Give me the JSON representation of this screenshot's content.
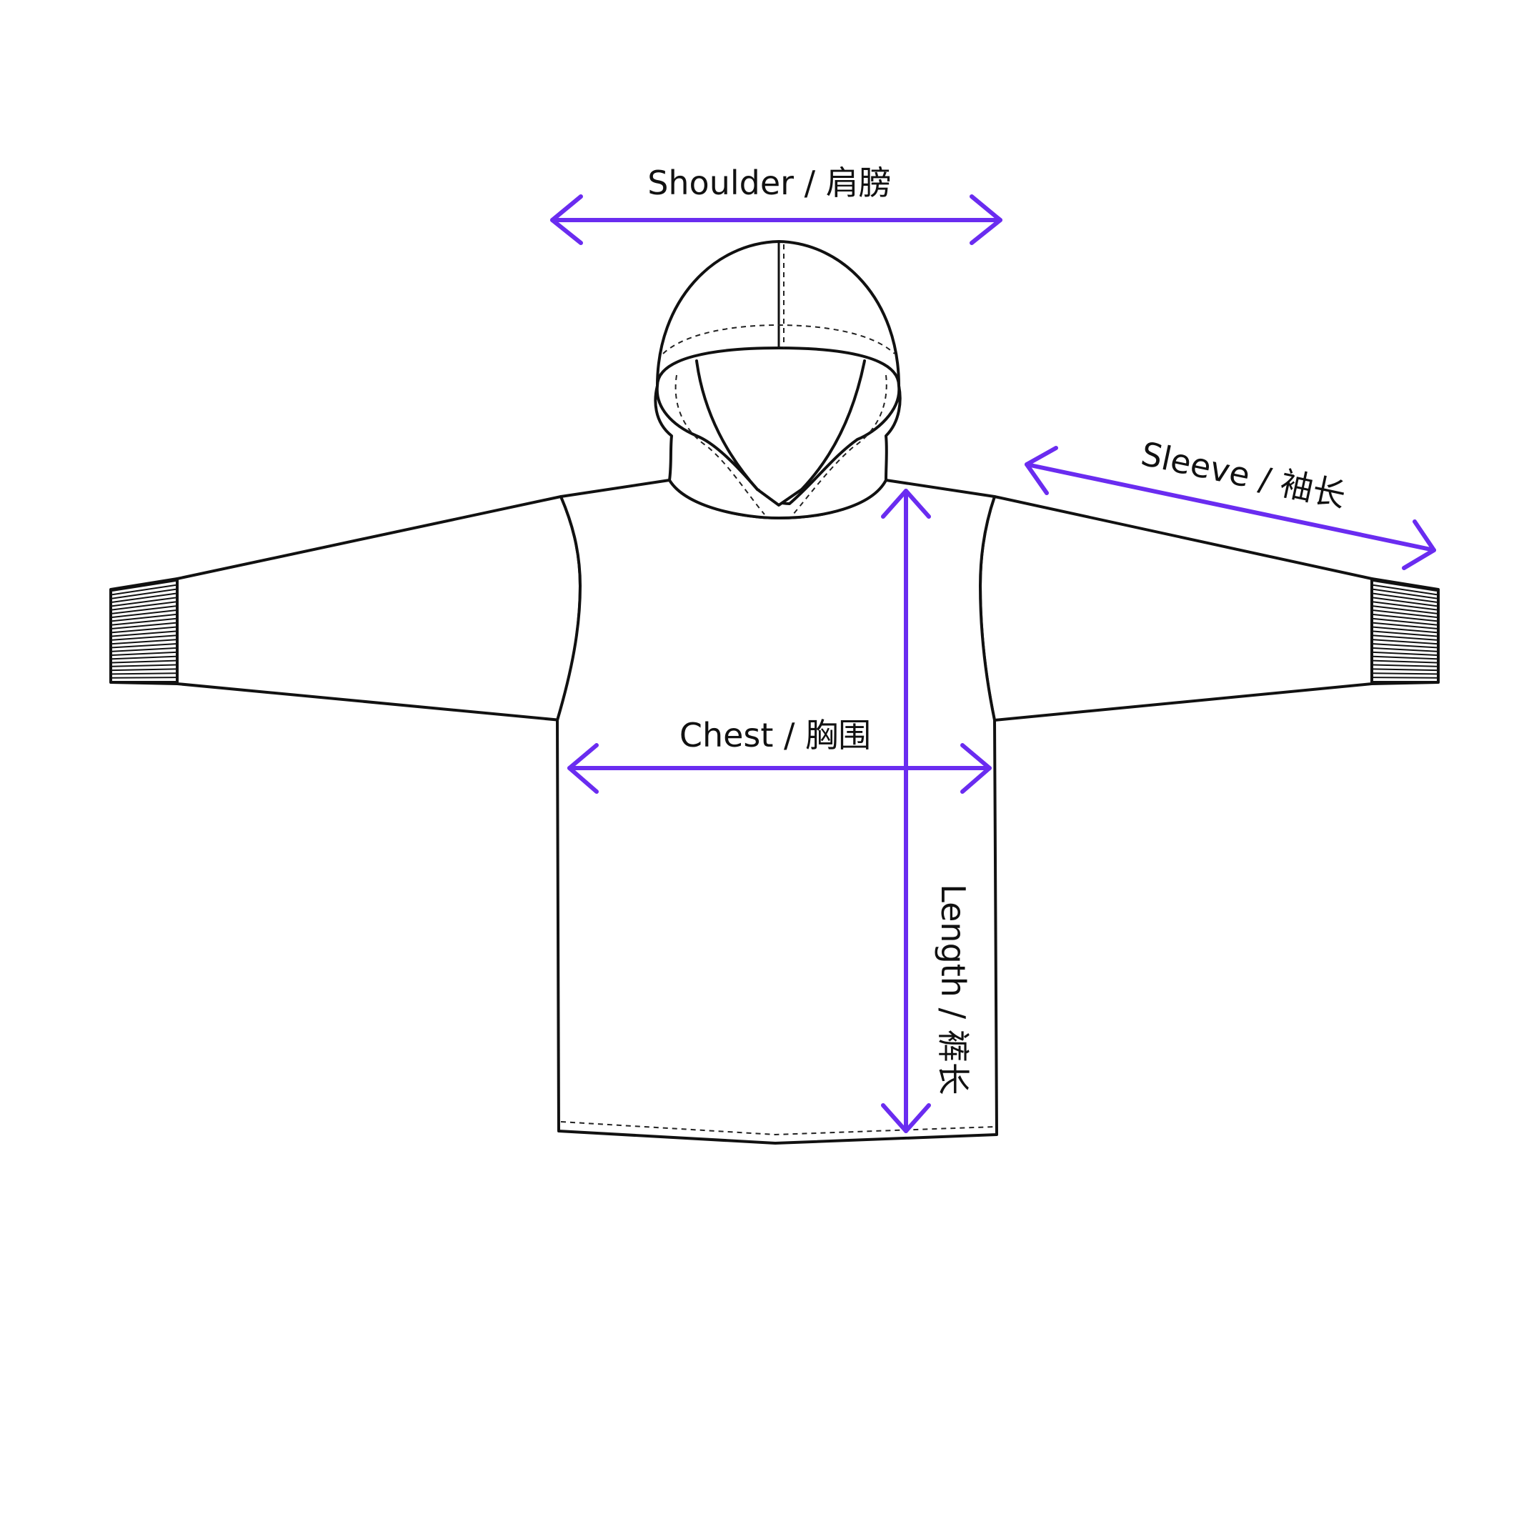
{
  "diagram": {
    "accent_color": "#6a2cf0",
    "line_color": "#111111",
    "measurements": {
      "shoulder": "Shoulder / 肩膀",
      "sleeve": "Sleeve / 袖长",
      "chest": "Chest / 胸围",
      "length": "Length / 裤长"
    }
  }
}
